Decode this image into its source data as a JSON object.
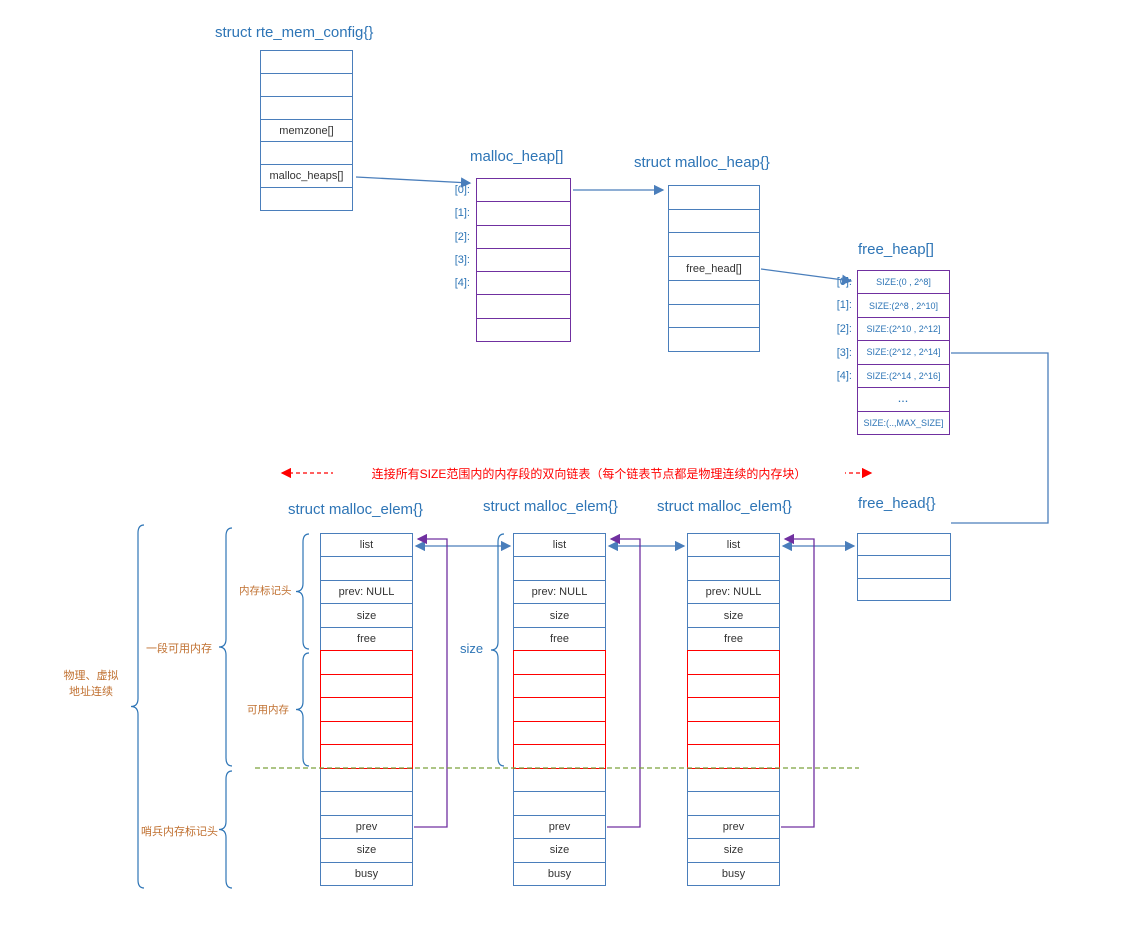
{
  "colors": {
    "border_blue": "#4a7ebb",
    "title_blue": "#2E75B6",
    "purple": "#7030A0",
    "red": "#FF0000",
    "green": "#7CA23C",
    "orange": "#C07030",
    "text_dark": "#333333"
  },
  "indices": [
    {
      "t": "[0]:"
    },
    {
      "t": "[1]:"
    },
    {
      "t": "[2]:"
    },
    {
      "t": "[3]:"
    },
    {
      "t": "[4]:"
    }
  ],
  "mem_config": {
    "title": "struct rte_mem_config{}",
    "rows": [
      {
        "t": ""
      },
      {
        "t": ""
      },
      {
        "t": ""
      },
      {
        "t": "memzone[]"
      },
      {
        "t": ""
      },
      {
        "t": "malloc_heaps[]"
      },
      {
        "t": ""
      }
    ]
  },
  "heap_array": {
    "title": "malloc_heap[]",
    "rows": [
      {
        "t": ""
      },
      {
        "t": ""
      },
      {
        "t": ""
      },
      {
        "t": ""
      },
      {
        "t": ""
      },
      {
        "t": ""
      },
      {
        "t": ""
      }
    ]
  },
  "heap_struct": {
    "title": "struct malloc_heap{}",
    "rows": [
      {
        "t": ""
      },
      {
        "t": ""
      },
      {
        "t": ""
      },
      {
        "t": "free_head[]"
      },
      {
        "t": ""
      },
      {
        "t": ""
      },
      {
        "t": ""
      }
    ]
  },
  "free_heap": {
    "title": "free_heap[]",
    "rows": [
      {
        "t": "SIZE:(0 , 2^8]"
      },
      {
        "t": "SIZE:(2^8 , 2^10]"
      },
      {
        "t": "SIZE:(2^10 , 2^12]"
      },
      {
        "t": "SIZE:(2^12 , 2^14]"
      },
      {
        "t": "SIZE:(2^14 , 2^16]"
      },
      {
        "t": "...",
        "cls": "big"
      },
      {
        "t": "SIZE:(..,MAX_SIZE]"
      }
    ]
  },
  "free_head": {
    "title": "free_head{}",
    "rows": [
      {
        "t": ""
      },
      {
        "t": ""
      },
      {
        "t": ""
      }
    ]
  },
  "elem": {
    "title": "struct malloc_elem{}",
    "rows": [
      {
        "t": "list"
      },
      {
        "t": ""
      },
      {
        "t": "prev: NULL"
      },
      {
        "t": "size"
      },
      {
        "t": "free"
      },
      {
        "t": "",
        "cls": "red"
      },
      {
        "t": "",
        "cls": "red"
      },
      {
        "t": "",
        "cls": "red"
      },
      {
        "t": "",
        "cls": "red"
      },
      {
        "t": "",
        "cls": "red"
      },
      {
        "t": ""
      },
      {
        "t": ""
      },
      {
        "t": "prev"
      },
      {
        "t": "size"
      },
      {
        "t": "busy"
      }
    ]
  },
  "annotations": {
    "link_note": "连接所有SIZE范围内的内存段的双向链表（每个链表节点都是物理连续的内存块）",
    "phys_line1": "物理、虚拟",
    "phys_line2": "地址连续",
    "usable_block": "一段可用内存",
    "header": "内存标记头",
    "usable_mem": "可用内存",
    "sentinel": "哨兵内存标记头",
    "size_label": "size"
  }
}
